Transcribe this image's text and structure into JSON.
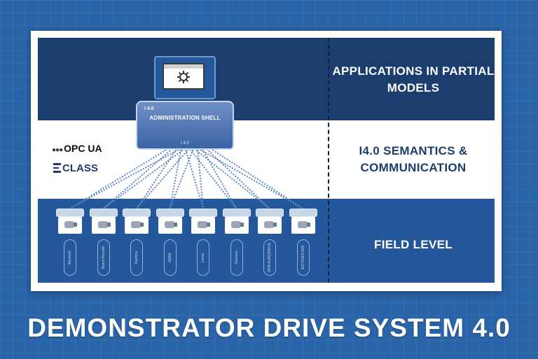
{
  "diagram": {
    "title": "DEMONSTRATOR DRIVE SYSTEM 4.0",
    "bands": {
      "top": "APPLICATIONS IN PARTIAL MODELS",
      "middle": "I4.0 SEMANTICS & COMMUNICATION",
      "bottom": "FIELD LEVEL"
    },
    "admin_shell": {
      "prefix": "I 4.0",
      "title": "ADMINISTRATION SHELL"
    },
    "logos": {
      "opc_ua": "OPC UA",
      "eclass": "CLASS"
    },
    "devices": [
      "Beckhoff",
      "Bosch Rexroth",
      "Danfoss",
      "KEBA",
      "Lenze",
      "Siemens",
      "SEW-EURODRIVE",
      "WITTENSTEIN"
    ]
  }
}
